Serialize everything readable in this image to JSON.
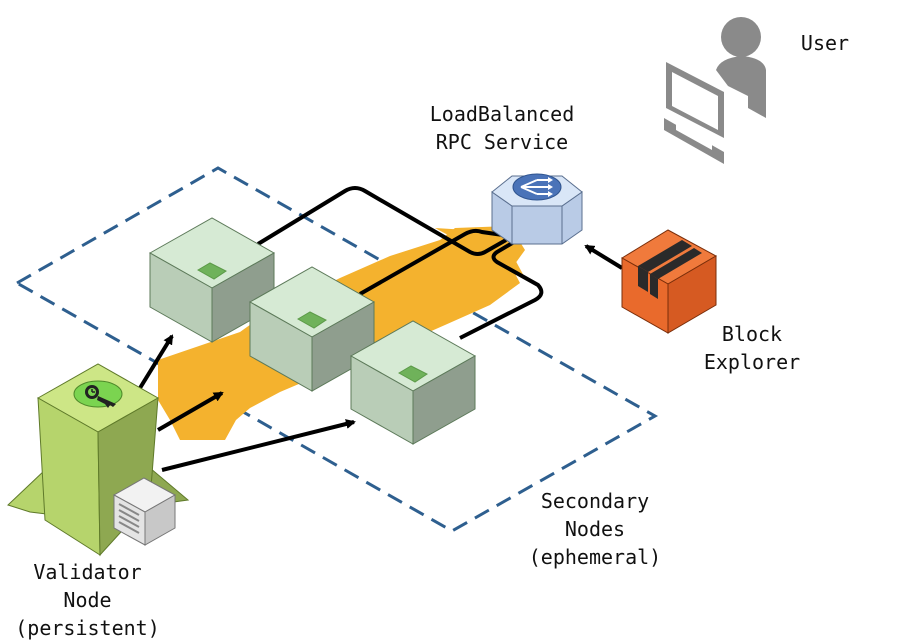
{
  "labels": {
    "user": "User",
    "rpc_line1": "LoadBalanced",
    "rpc_line2": "RPC Service",
    "explorer_line1": "Block",
    "explorer_line2": "Explorer",
    "secondary_line1": "Secondary",
    "secondary_line2": "Nodes",
    "secondary_line3": "(ephemeral)",
    "validator_line1": "Validator",
    "validator_line2": "Node",
    "validator_line3": "(persistent)"
  },
  "colors": {
    "dashed_boundary": "#2e5f8f",
    "flow_band": "#f4b22e",
    "secondary_node_top": "#d6ead4",
    "secondary_node_left": "#b9cdb7",
    "secondary_node_right": "#8f9e8e",
    "node_badge": "#6fb25a",
    "validator_top": "#cde686",
    "validator_left": "#b6d46c",
    "validator_right": "#8ea851",
    "rpc_top": "#d9e6f7",
    "rpc_side": "#b9cbe6",
    "rpc_icon": "#4a73b8",
    "explorer_top": "#f07a3c",
    "explorer_side": "#d65a22",
    "user_icon": "#8a8a8a"
  },
  "icons": {
    "user": "user-at-computer-icon",
    "rpc": "load-balancer-icon",
    "explorer": "package-box-icon",
    "validator": "key-clock-icon",
    "server": "server-icon"
  }
}
